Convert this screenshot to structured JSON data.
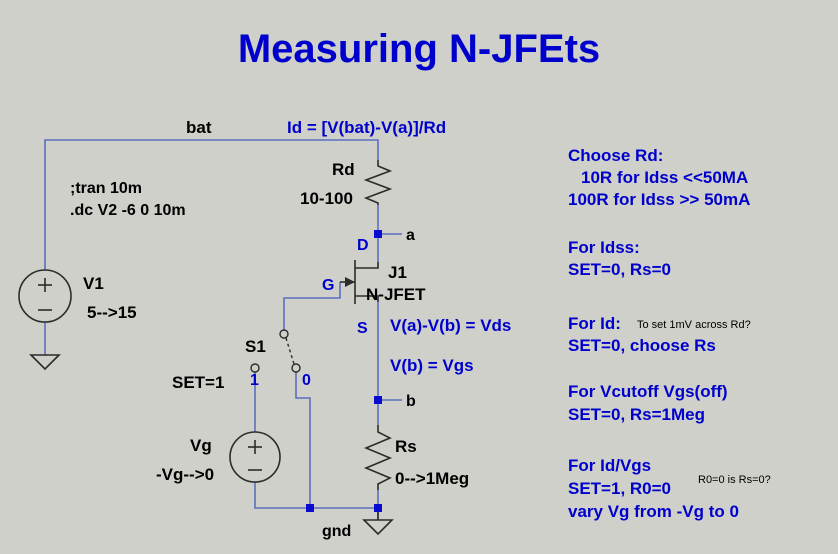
{
  "title": "Measuring N-JFEts",
  "colors": {
    "background": "#cfd0c9",
    "text": "#0000cc",
    "label_text": "#000000",
    "wire": "#5a6fc0",
    "component": "#2b2b2b"
  },
  "nets": {
    "bat": "bat",
    "a": "a",
    "b": "b",
    "gnd": "gnd"
  },
  "formula_id": "Id = [V(bat)-V(a)]/Rd",
  "directives": [
    ";tran 10m",
    ".dc V2 -6 0 10m"
  ],
  "components": {
    "rd": {
      "name": "Rd",
      "value": "10-100"
    },
    "j1": {
      "name": "J1",
      "value": "N-JFET",
      "drain": "D",
      "gate": "G",
      "source": "S"
    },
    "v1": {
      "name": "V1",
      "value": "5-->15"
    },
    "s1": {
      "name": "S1",
      "value": "SET=1",
      "pos1": "1",
      "pos0": "0"
    },
    "vg": {
      "name": "Vg",
      "value": "-Vg-->0"
    },
    "rs": {
      "name": "Rs",
      "value": "0-->1Meg"
    }
  },
  "equations": {
    "vds": "V(a)-V(b) = Vds",
    "vgs": "V(b) = Vgs"
  },
  "notes": {
    "choose_rd": {
      "title": "Choose Rd:",
      "line1": "10R for Idss <<50MA",
      "line2": "100R for Idss >> 50mA"
    },
    "idss": {
      "title": "For Idss:",
      "line1": "SET=0, Rs=0"
    },
    "id": {
      "title": "For Id:",
      "small": "To set 1mV across Rd?",
      "line1": "SET=0, choose Rs"
    },
    "vcutoff": {
      "title": "For Vcutoff Vgs(off)",
      "line1": "SET=0, Rs=1Meg"
    },
    "idvgs": {
      "title": "For Id/Vgs",
      "line1": "SET=1, R0=0",
      "small": "R0=0 is Rs=0?",
      "line2": "vary Vg from -Vg to 0"
    }
  }
}
